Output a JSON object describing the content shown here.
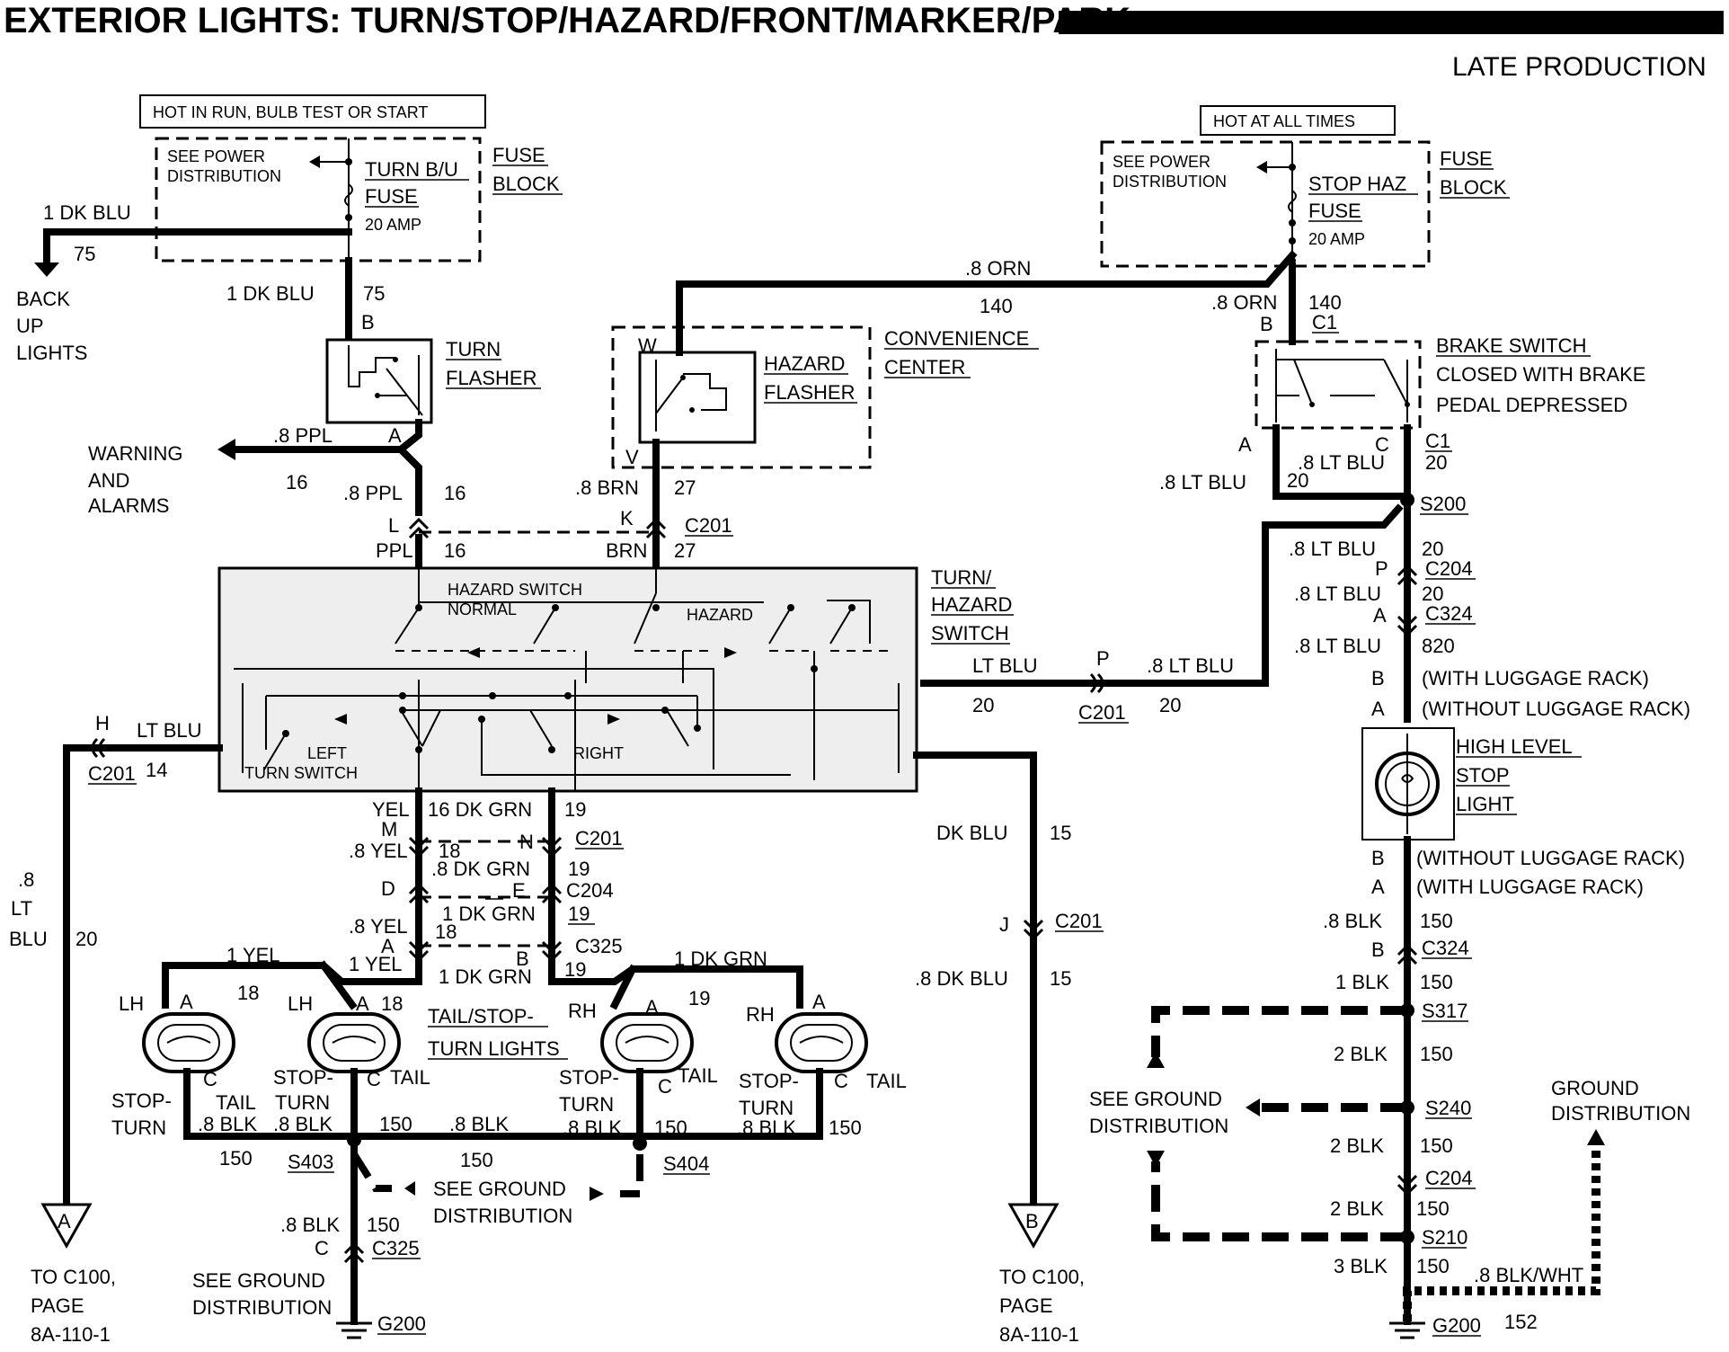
{
  "title": "EXTERIOR LIGHTS: TURN/STOP/HAZARD/FRONT/MARKER/PARK",
  "subtitle": "LATE PRODUCTION",
  "power": {
    "left": "HOT IN RUN, BULB TEST OR START",
    "right": "HOT AT ALL TIMES"
  },
  "fuse_block": {
    "fuse": "FUSE",
    "block": "BLOCK",
    "see_power": "SEE POWER",
    "distribution": "DISTRIBUTION",
    "turn_bu_fuse": "TURN B/U",
    "stop_haz_fuse": "STOP HAZ",
    "fuse_word": "FUSE",
    "amp": "20 AMP"
  },
  "components": {
    "turn_flasher": [
      "TURN",
      "FLASHER"
    ],
    "hazard_flasher": [
      "HAZARD",
      "FLASHER"
    ],
    "convenience_center": [
      "CONVENIENCE",
      "CENTER"
    ],
    "brake_switch": [
      "BRAKE SWITCH",
      "CLOSED WITH BRAKE",
      "PEDAL DEPRESSED"
    ],
    "turn_hazard_switch": [
      "TURN/",
      "HAZARD",
      "SWITCH"
    ],
    "hazard_switch_normal": [
      "HAZARD SWITCH",
      "NORMAL"
    ],
    "hazard": "HAZARD",
    "left_turn_switch": [
      "LEFT",
      "TURN SWITCH"
    ],
    "right": "RIGHT",
    "high_level_stop": [
      "HIGH LEVEL",
      "STOP",
      "LIGHT"
    ],
    "tail_stop_turn": [
      "TAIL/STOP-",
      "TURN LIGHTS"
    ]
  },
  "destinations": {
    "backup": [
      "BACK",
      "UP",
      "LIGHTS"
    ],
    "warning": [
      "WARNING",
      "AND",
      "ALARMS"
    ],
    "to_c100_a": [
      "TO C100,",
      "PAGE",
      "8A-110-1"
    ],
    "to_c100_b": [
      "TO C100,",
      "PAGE",
      "8A-110-1"
    ],
    "conn_a": "A",
    "conn_b": "B"
  },
  "ground": {
    "see_ground": "SEE GROUND",
    "distribution": "DISTRIBUTION",
    "ground_dist": [
      "GROUND",
      "DISTRIBUTION"
    ],
    "g200": "G200"
  },
  "wires": {
    "dk_blu_1": "1 DK BLU",
    "n75": "75",
    "orn_08": ".8 ORN",
    "n140": "140",
    "ppl_08": ".8 PPL",
    "ppl": "PPL",
    "n16": "16",
    "brn_08": ".8 BRN",
    "brn": "BRN",
    "n27": "27",
    "lt_blu_08": ".8 LT BLU",
    "lt_blu": "LT BLU",
    "n20": "20",
    "n820": "820",
    "n14": "14",
    "dk_blu": "DK BLU",
    "dk_blu_08": ".8 DK BLU",
    "n15": "15",
    "yel": "YEL",
    "yel_08": ".8 YEL",
    "yel_1": "1 YEL",
    "n18": "18",
    "dk_grn_16": "16 DK GRN",
    "dk_grn_08": ".8 DK GRN",
    "dk_grn_1": "1 DK GRN",
    "n19": "19",
    "blk_08": ".8 BLK",
    "blk_1": "1 BLK",
    "blk_2": "2 BLK",
    "blk_3": "3 BLK",
    "n150": "150",
    "blk_wht": ".8 BLK/WHT",
    "n152": "152",
    "lt_blu_vert": [
      ".8",
      "LT",
      "BLU"
    ]
  },
  "connectors": {
    "c1": "C1",
    "c201": "C201",
    "c204": "C204",
    "c324": "C324",
    "c325": "C325",
    "s200": "S200",
    "s210": "S210",
    "s240": "S240",
    "s317": "S317",
    "s403": "S403",
    "s404": "S404"
  },
  "pins": {
    "a": "A",
    "b": "B",
    "c": "C",
    "d": "D",
    "e": "E",
    "h": "H",
    "j": "J",
    "k": "K",
    "l": "L",
    "m": "M",
    "n": "N",
    "p": "P",
    "v": "V",
    "w": "W"
  },
  "luggage": {
    "with": "(WITH LUGGAGE RACK)",
    "without": "(WITHOUT LUGGAGE RACK)"
  },
  "lamps": {
    "lh": "LH",
    "rh": "RH",
    "stop_turn": [
      "STOP-",
      "TURN"
    ],
    "tail": "TAIL",
    "turn": "TURN"
  }
}
